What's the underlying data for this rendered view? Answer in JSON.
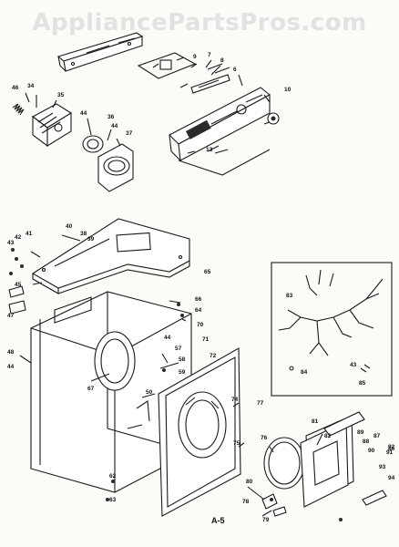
{
  "watermark": "AppliancePartsPros.com",
  "figure_code": "A-5",
  "colors": {
    "ink": "#1a1a1a",
    "paper": "#fbfbf8",
    "watermark": "#cdcdcd"
  },
  "callouts": [
    {
      "num": "46"
    },
    {
      "num": "34"
    },
    {
      "num": "35"
    },
    {
      "num": "44"
    },
    {
      "num": "36"
    },
    {
      "num": "44"
    },
    {
      "num": "37"
    },
    {
      "num": "9"
    },
    {
      "num": "7"
    },
    {
      "num": "8"
    },
    {
      "num": "6"
    },
    {
      "num": "10"
    },
    {
      "num": "13"
    },
    {
      "num": "38"
    },
    {
      "num": "39"
    },
    {
      "num": "40"
    },
    {
      "num": "43"
    },
    {
      "num": "42"
    },
    {
      "num": "41"
    },
    {
      "num": "45"
    },
    {
      "num": "47"
    },
    {
      "num": "48"
    },
    {
      "num": "44"
    },
    {
      "num": "65"
    },
    {
      "num": "66"
    },
    {
      "num": "64"
    },
    {
      "num": "70"
    },
    {
      "num": "71"
    },
    {
      "num": "44"
    },
    {
      "num": "57"
    },
    {
      "num": "58"
    },
    {
      "num": "59"
    },
    {
      "num": "50"
    },
    {
      "num": "67"
    },
    {
      "num": "72"
    },
    {
      "num": "74"
    },
    {
      "num": "75"
    },
    {
      "num": "76"
    },
    {
      "num": "77"
    },
    {
      "num": "78"
    },
    {
      "num": "79"
    },
    {
      "num": "80"
    },
    {
      "num": "81"
    },
    {
      "num": "82"
    },
    {
      "num": "83"
    },
    {
      "num": "84"
    },
    {
      "num": "43"
    },
    {
      "num": "85"
    },
    {
      "num": "86"
    },
    {
      "num": "87"
    },
    {
      "num": "88"
    },
    {
      "num": "89"
    },
    {
      "num": "90"
    },
    {
      "num": "91"
    },
    {
      "num": "92"
    },
    {
      "num": "93"
    },
    {
      "num": "94"
    },
    {
      "num": "62"
    },
    {
      "num": "63"
    }
  ]
}
